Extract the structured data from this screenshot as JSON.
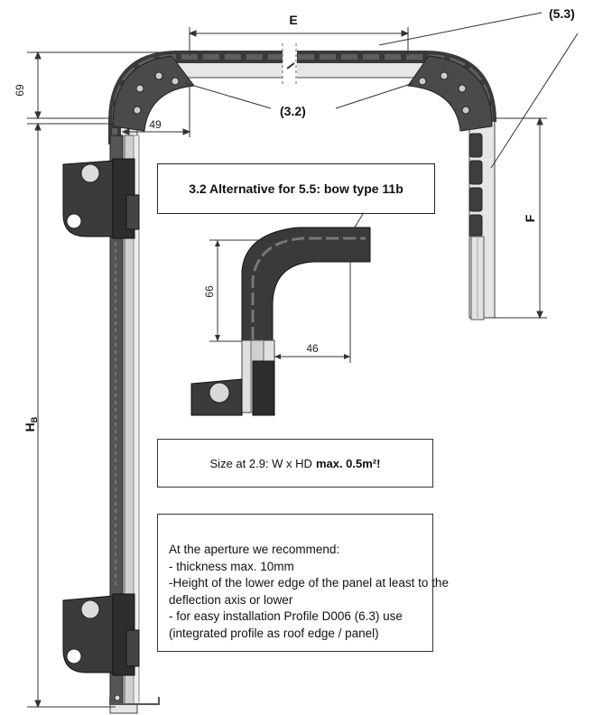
{
  "labels": {
    "E": "E",
    "ref_5_3": "(5.3)",
    "ref_3_2": "(3.2)",
    "dim_69": "69",
    "dim_49": "49",
    "dim_66": "66",
    "dim_46": "46",
    "F": "F",
    "HB_main": "H",
    "HB_sub": "B"
  },
  "alt_box": {
    "text": "3.2 Alternative for 5.5: bow type 11b"
  },
  "size_box": {
    "prefix": "Size at 2.9: W x HD",
    "bold": "max. 0.5m²!"
  },
  "recommend_box": {
    "lines": [
      "At the aperture we recommend:",
      "- thickness max. 10mm",
      "-Height of the lower edge of the panel at least to the",
      "deflection axis or lower",
      " - for easy installation Profile D006 (6.3) use",
      "(integrated profile as roof edge / panel)"
    ]
  },
  "colors": {
    "chain_dark": "#3a3a3a",
    "chain_mid": "#5a5a5a",
    "profile_light": "#d9d9d9",
    "line": "#333333"
  }
}
